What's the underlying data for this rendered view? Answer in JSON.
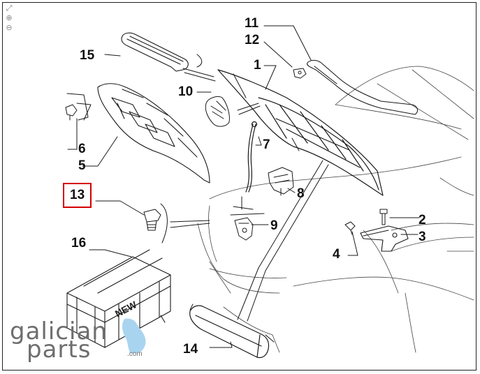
{
  "zoom_tools": [
    "⤢",
    "⊕",
    "⊖"
  ],
  "callouts": {
    "c1": "1",
    "c2": "2",
    "c3": "3",
    "c4": "4",
    "c5": "5",
    "c6": "6",
    "c7": "7",
    "c8": "8",
    "c9": "9",
    "c10": "10",
    "c11": "11",
    "c12": "12",
    "c13": "13",
    "c14": "14",
    "c15": "15",
    "c16": "16"
  },
  "highlighted_callout": "13",
  "box_lettering": "NEW",
  "brand": {
    "line1": "galician",
    "line2": "parts",
    "dotcom": ".com"
  },
  "colors": {
    "line": "#1a1a1a",
    "highlight": "#d40000",
    "brand": "#6e6e6e",
    "brand_accent": "#a9d4f0"
  }
}
